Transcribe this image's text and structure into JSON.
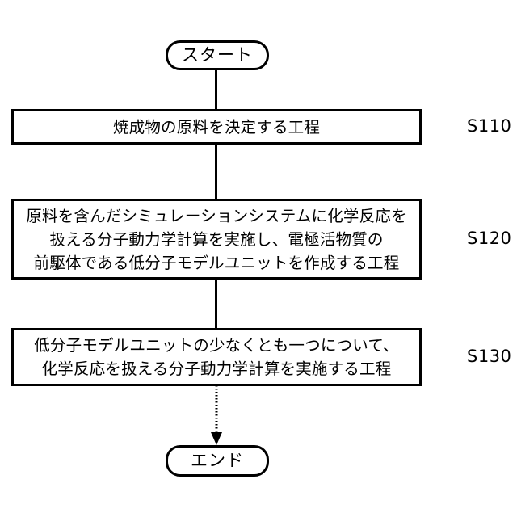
{
  "diagram": {
    "type": "flowchart",
    "orientation": "vertical-top-to-bottom",
    "background_color": "#ffffff",
    "stroke_color": "#000000",
    "nodes": [
      {
        "id": "start",
        "shape": "terminator",
        "label": "スタート"
      },
      {
        "id": "s110",
        "shape": "process",
        "label": "焼成物の原料を決定する工程",
        "step_label": "S110"
      },
      {
        "id": "s120",
        "shape": "process",
        "label": "原料を含んだシミュレーションシステムに化学反応を\n扱える分子動力学計算を実施し、電極活物質の\n前駆体である低分子モデルユニットを作成する工程",
        "step_label": "S120"
      },
      {
        "id": "s130",
        "shape": "process",
        "label": "低分子モデルユニットの少なくとも一つについて、\n化学反応を扱える分子動力学計算を実施する工程",
        "step_label": "S130"
      },
      {
        "id": "end",
        "shape": "terminator",
        "label": "エンド"
      }
    ],
    "edges": [
      {
        "from": "start",
        "to": "s110",
        "style": "solid",
        "arrowhead": "none"
      },
      {
        "from": "s110",
        "to": "s120",
        "style": "solid",
        "arrowhead": "none"
      },
      {
        "from": "s120",
        "to": "s130",
        "style": "solid",
        "arrowhead": "none"
      },
      {
        "from": "s130",
        "to": "end",
        "style": "dotted",
        "arrowhead": "filled-triangle"
      }
    ]
  }
}
